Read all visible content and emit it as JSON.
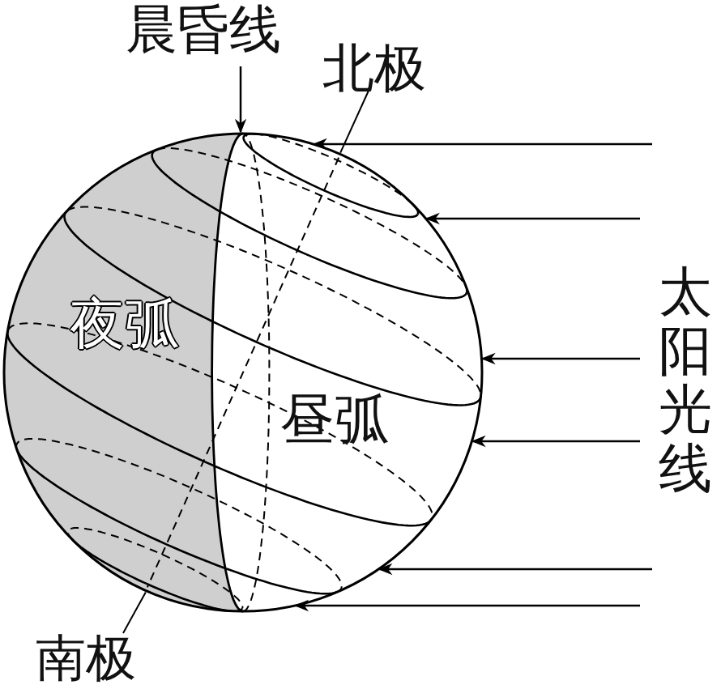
{
  "diagram": {
    "labels": [
      "晨昏线",
      "北极",
      "太阳光线",
      "夜弧",
      "昼弧",
      "南极"
    ]
  }
}
